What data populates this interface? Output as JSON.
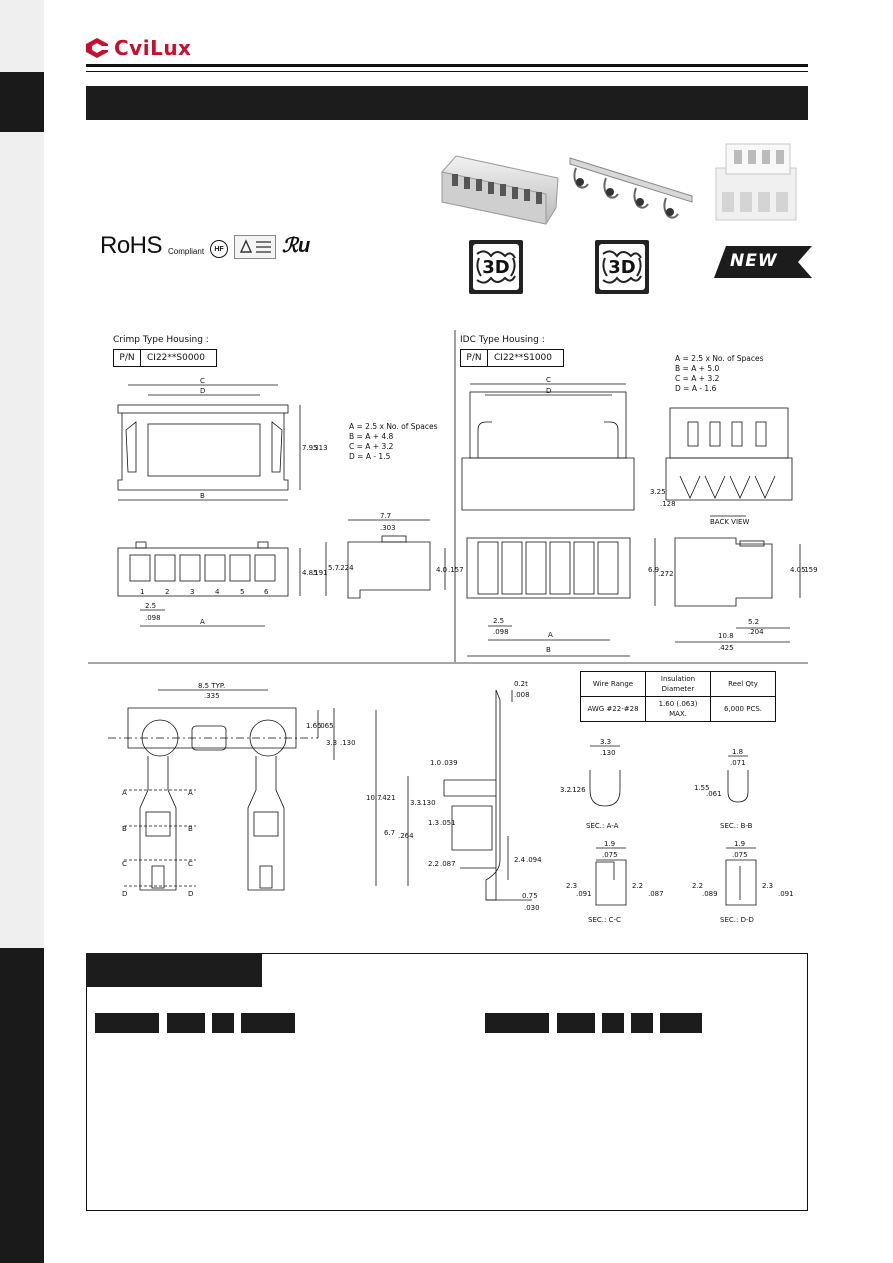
{
  "brand": {
    "name": "CviLux",
    "color": "#c8102e"
  },
  "certifications": {
    "rohs": "RoHS",
    "rohs_sub": "Compliant",
    "hf": "HF",
    "ul": "ℛu"
  },
  "badges": {
    "threed_1": "3D",
    "threed_2": "3D",
    "new": "NEW"
  },
  "crimp": {
    "title": "Crimp Type Housing :",
    "pn_label": "P/N",
    "pn_value": "CI22**S0000",
    "formula": [
      "A = 2.5 x No. of Spaces",
      "B = A + 4.8",
      "C = A + 3.2",
      "D = A - 1.5"
    ]
  },
  "idc": {
    "title": "IDC Type Housing :",
    "pn_label": "P/N",
    "pn_value": "CI22**S1000",
    "formula": [
      "A = 2.5 x No. of Spaces",
      "B = A + 5.0",
      "C = A + 3.2",
      "D = A - 1.6"
    ],
    "back_view": "BACK VIEW"
  },
  "dims": {
    "C": "C",
    "D": "D",
    "B": "B",
    "A": "A",
    "d795": "7.95",
    "d313": ".313",
    "d77": "7.7",
    "d303": ".303",
    "d485": "4.85",
    "d191": ".191",
    "d57": "5.7",
    "d224": ".224",
    "d40": "4.0",
    "d157": ".157",
    "d25": "2.5",
    "d098": ".098",
    "pin_nums": [
      "1",
      "2",
      "3",
      "4",
      "5",
      "6"
    ],
    "d325": "3.25",
    "d128": ".128",
    "d69": "6.9",
    "d272": ".272",
    "d405": "4.05",
    "d159": ".159",
    "d52": "5.2",
    "d204": ".204",
    "d108": "10.8",
    "d425": ".425",
    "d85": "8.5 TYP.",
    "d335": ".335",
    "d165": "1.65",
    "d065": ".065",
    "d33": "3.3",
    "d130": ".130",
    "d02t": "0.2t",
    "d008": ".008",
    "d107": "10.7",
    "d421": ".421",
    "d10": "1.0",
    "d039": ".039",
    "d67": "6.7",
    "d264": ".264",
    "d13": "1.3",
    "d051": ".051",
    "d22": "2.2",
    "d087": ".087",
    "d24": "2.4",
    "d094": ".094",
    "d075": "0.75",
    "d030": ".030",
    "sec_a": [
      "A",
      "A"
    ],
    "sec_b": [
      "B",
      "B"
    ],
    "sec_c": [
      "C",
      "C"
    ],
    "sec_d": [
      "D",
      "D"
    ]
  },
  "wire_table": {
    "headers": [
      "Wire Range",
      "Insulation Diameter",
      "Reel Qty"
    ],
    "row": [
      "AWG #22-#28",
      "1.60 (.063)",
      "MAX.",
      "6,000 PCS."
    ]
  },
  "sections": [
    {
      "name": "SEC.: A-A",
      "w": "3.3",
      "w_in": ".130",
      "h": "3.2",
      "h_in": ".126"
    },
    {
      "name": "SEC.: B-B",
      "w": "1.8",
      "w_in": ".071",
      "h": "1.55",
      "h_in": ".061"
    },
    {
      "name": "SEC.: C-C",
      "w": "1.9",
      "w_in": ".075",
      "h": "2.3",
      "h_in": ".091",
      "h2": "2.2",
      "h2_in": ".087"
    },
    {
      "name": "SEC.: D-D",
      "w": "1.9",
      "w_in": ".075",
      "h": "2.2",
      "h_in": ".089",
      "h2": "2.3",
      "h2_in": ".091"
    }
  ]
}
